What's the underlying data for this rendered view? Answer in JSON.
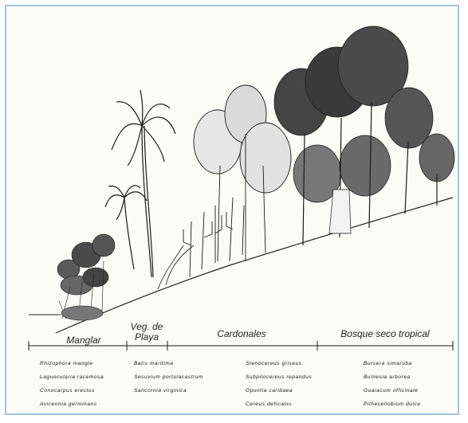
{
  "zones": [
    {
      "label": "Manglar",
      "species": [
        "Rhizophora mangle",
        "Laguncularia racemosa",
        "Conocarpus erectus",
        "Avicennia germinans"
      ]
    },
    {
      "label": "Veg. de Playa",
      "species": [
        "Batis maritima",
        "Sesuvium portulacastrum",
        "Salicornia virginica"
      ]
    },
    {
      "label": "Cardonales",
      "species": [
        "Stenocereus griseus",
        "Subpilocereus repandus",
        "Opuntia caribaea",
        "Cereus deficiens"
      ]
    },
    {
      "label": "Bosque seco tropical",
      "species": [
        "Bursera simaruba",
        "Bulnesia arborea",
        "Guaiacum officinale",
        "Pithecellobium dulce"
      ]
    }
  ],
  "colors": {
    "ink": "#1a1a1a",
    "frame": "#9fc6d8",
    "paper": "#fbfbf8"
  }
}
